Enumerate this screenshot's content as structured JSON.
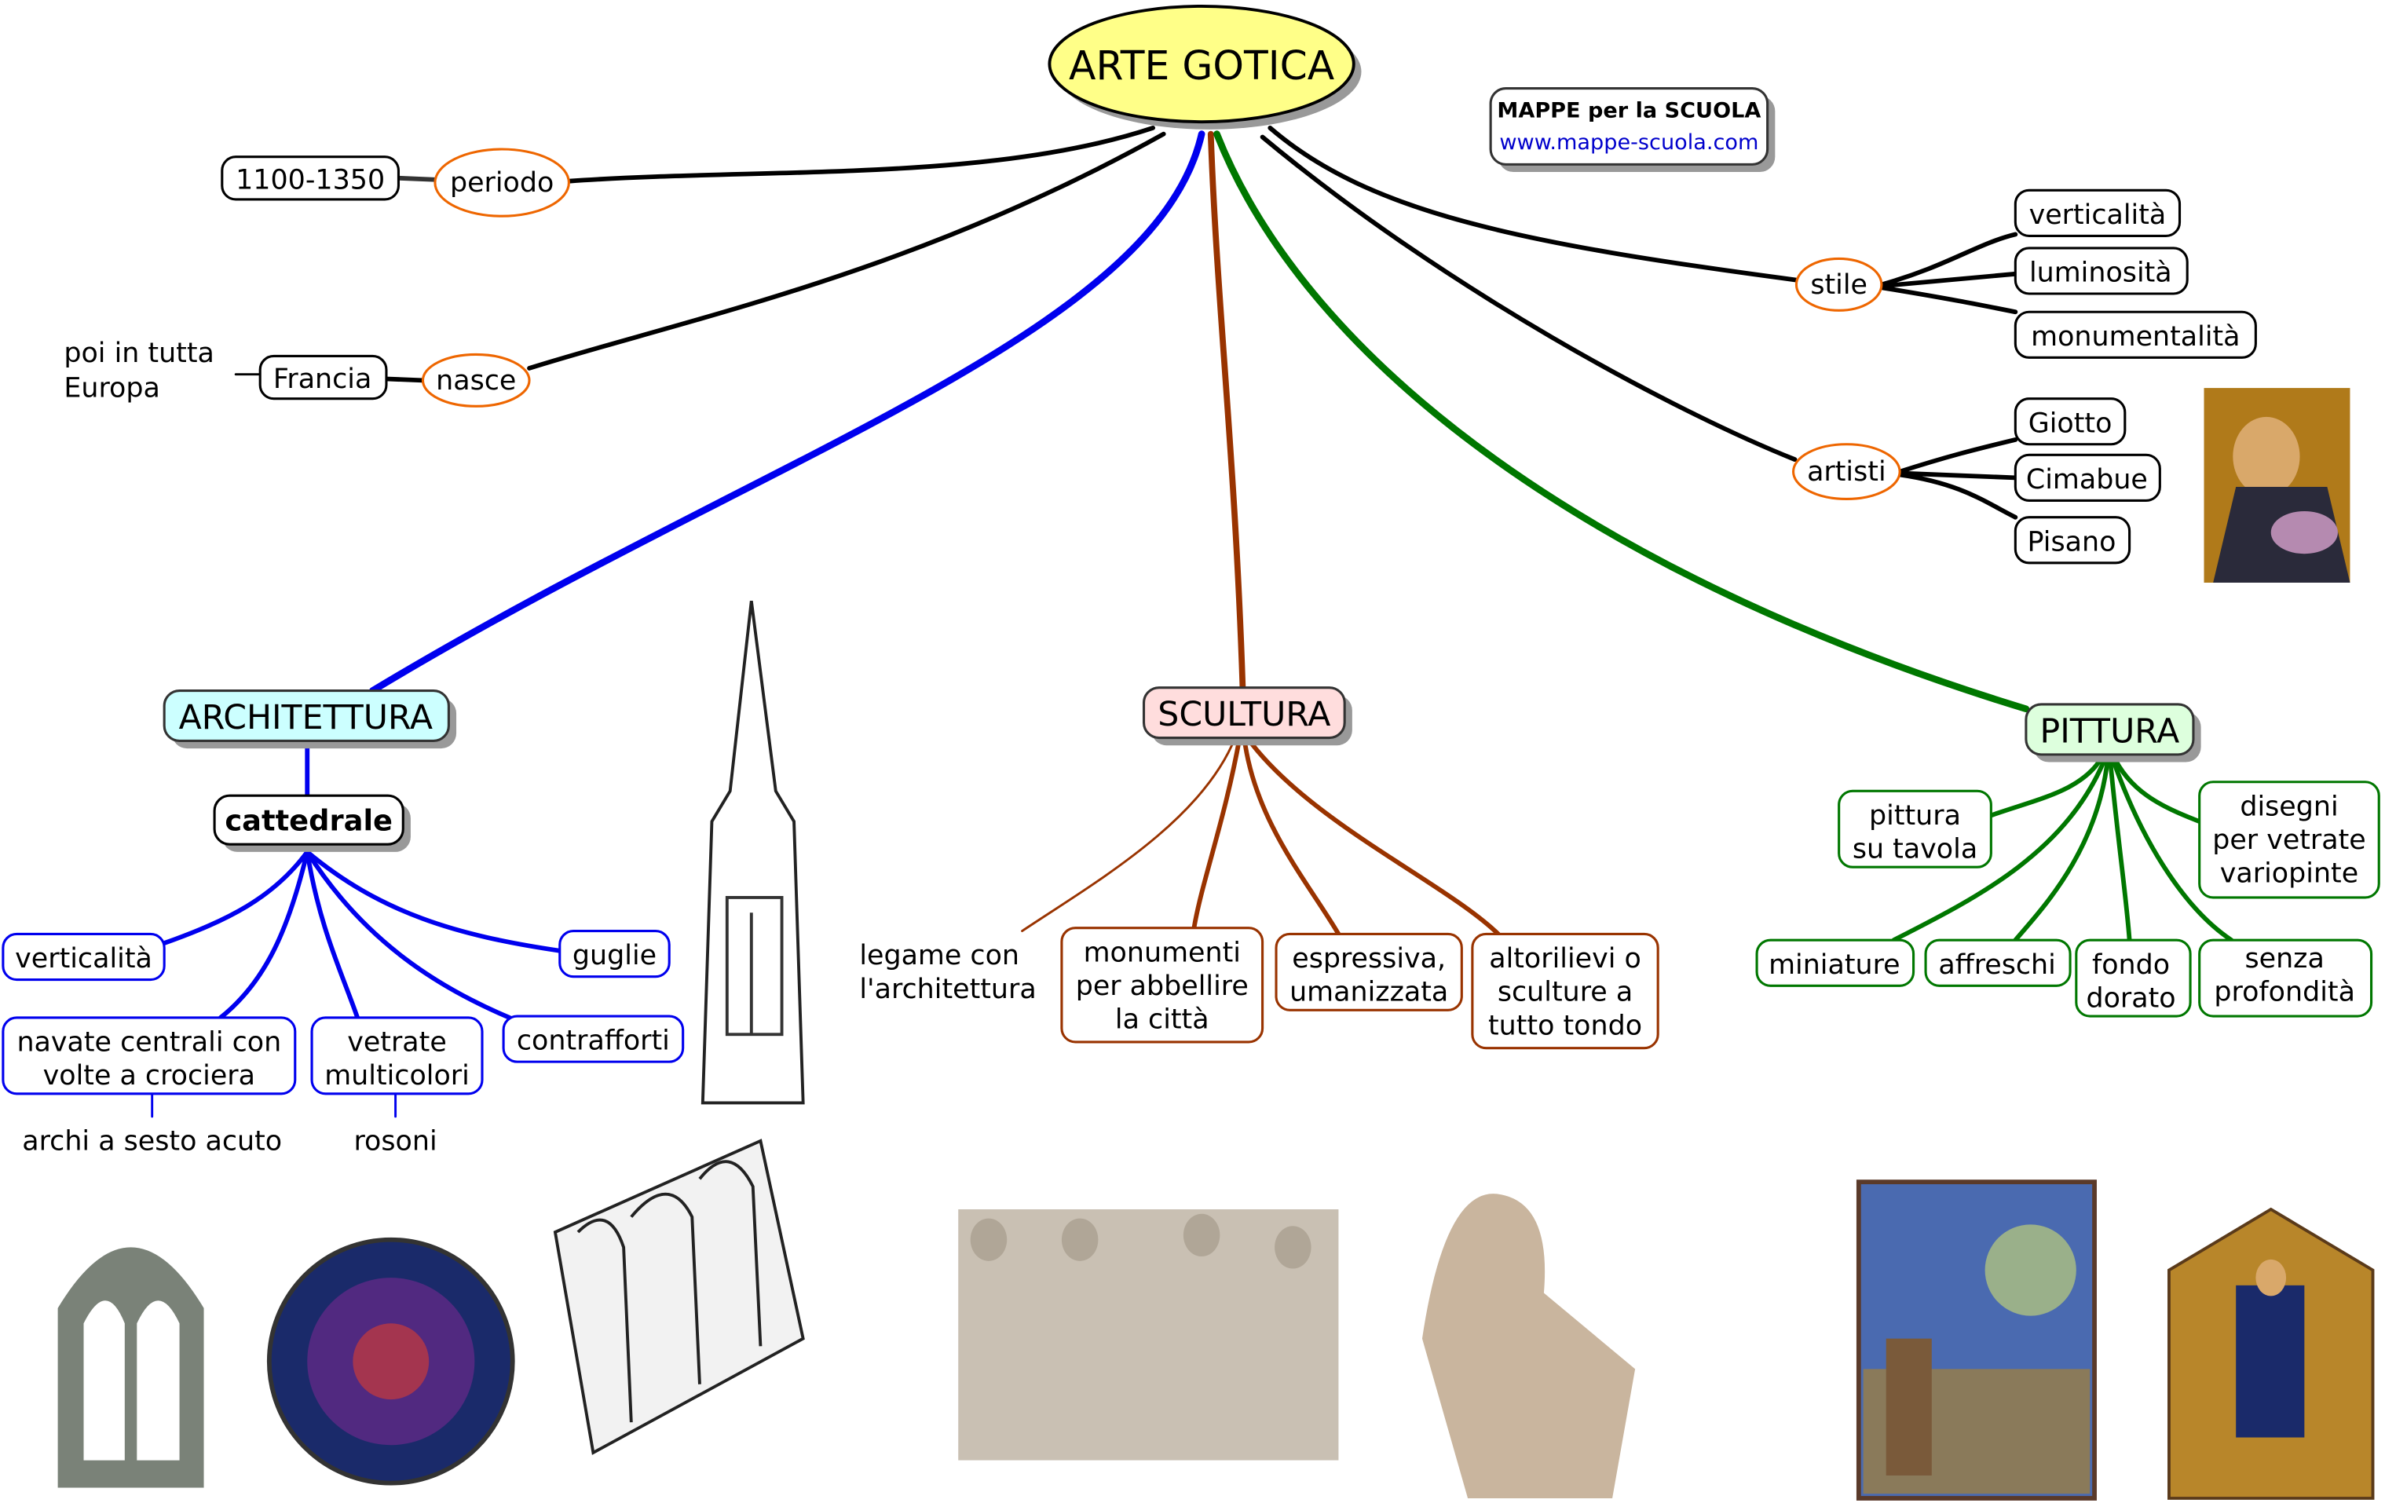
{
  "title": "ARTE GOTICA",
  "brand": {
    "name": "MAPPE per la SCUOLA",
    "url": "www.mappe-scuola.com"
  },
  "periodo": {
    "label": "periodo",
    "value": "1100-1350"
  },
  "nasce": {
    "label": "nasce",
    "value": "Francia",
    "note": [
      "poi in tutta",
      "Europa"
    ]
  },
  "stile": {
    "label": "stile",
    "items": [
      "verticalità",
      "luminosità",
      "monumentalità"
    ]
  },
  "artisti": {
    "label": "artisti",
    "items": [
      "Giotto",
      "Cimabue",
      "Pisano"
    ]
  },
  "architettura": {
    "label": "ARCHITETTURA",
    "sub": "cattedrale",
    "items": [
      "verticalità",
      "guglie",
      [
        "navate centrali con",
        "volte a crociera"
      ],
      [
        "vetrate",
        "multicolori"
      ],
      "contrafforti"
    ],
    "notes": [
      "archi a sesto acuto",
      "rosoni"
    ]
  },
  "scultura": {
    "label": "SCULTURA",
    "note": [
      "legame con",
      "l'architettura"
    ],
    "items": [
      [
        "monumenti",
        "per abbellire",
        "la città"
      ],
      [
        "espressiva,",
        "umanizzata"
      ],
      [
        "altorilievi o",
        "sculture a",
        "tutto tondo"
      ]
    ]
  },
  "pittura": {
    "label": "PITTURA",
    "items": [
      [
        "pittura",
        "su tavola"
      ],
      [
        "disegni",
        "per vetrate",
        "variopinte"
      ],
      "miniature",
      "affreschi",
      [
        "fondo",
        "dorato"
      ],
      [
        "senza",
        "profondità"
      ]
    ]
  },
  "colors": {
    "architettura": "#0000ee",
    "scultura": "#993300",
    "pittura": "#007700",
    "orange": "#ee6600",
    "title_fill": "#ffff88"
  }
}
